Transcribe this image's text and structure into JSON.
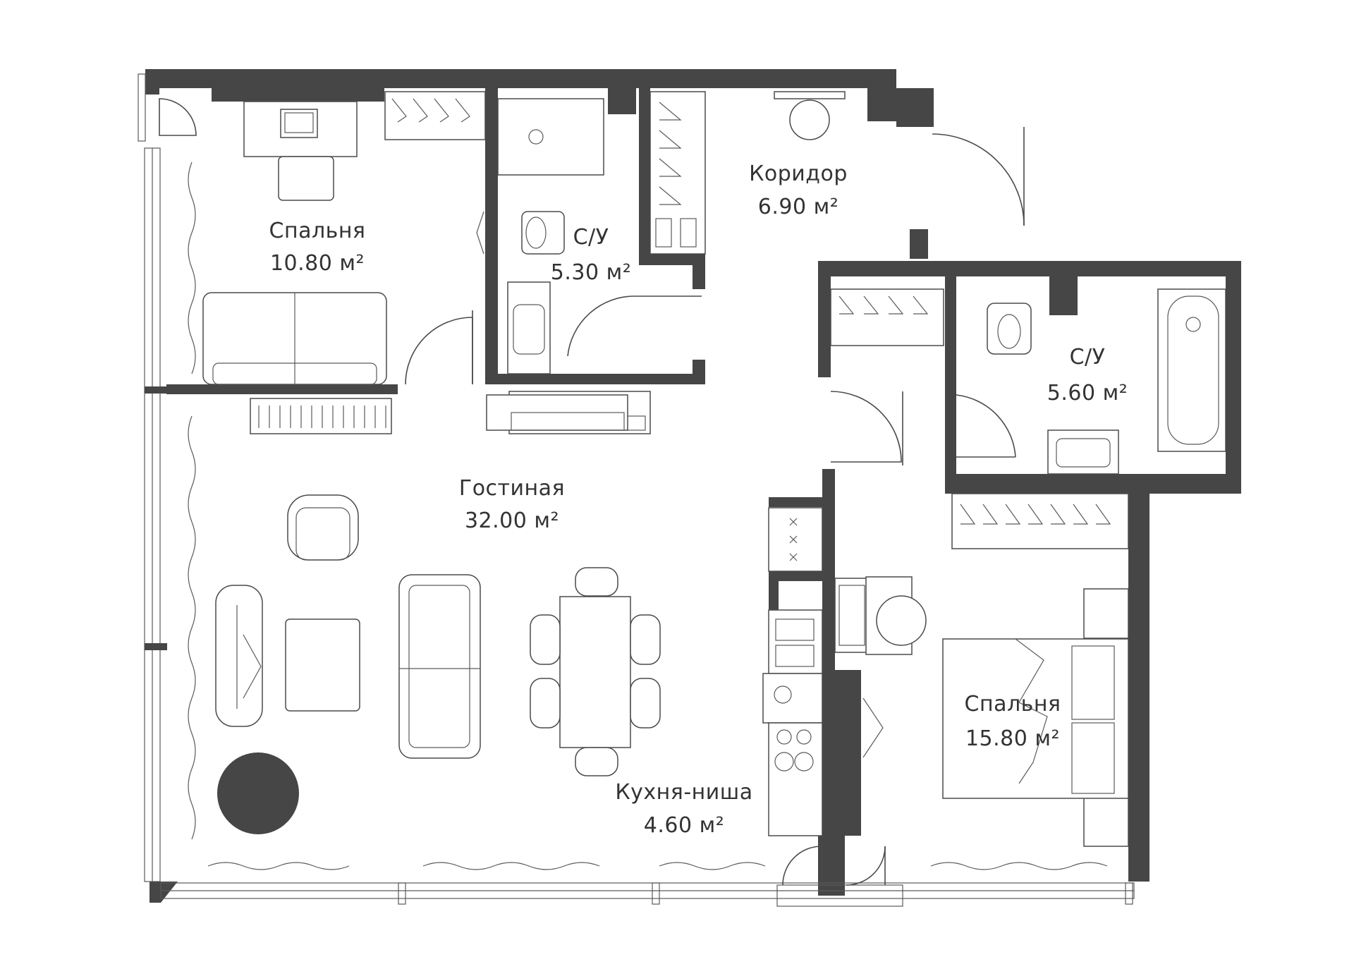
{
  "rooms": [
    {
      "name": "Спальня",
      "area": "10.80 м²"
    },
    {
      "name": "С/У",
      "area": "5.30 м²"
    },
    {
      "name": "Коридор",
      "area": "6.90 м²"
    },
    {
      "name": "С/У",
      "area": "5.60 м²"
    },
    {
      "name": "Гостиная",
      "area": "32.00 м²"
    },
    {
      "name": "Кухня-ниша",
      "area": "4.60 м²"
    },
    {
      "name": "Спальня",
      "area": "15.80 м²"
    }
  ],
  "colors": {
    "wall": "#464646",
    "line": "#4a4a4a",
    "text": "#333333",
    "background": "#ffffff"
  }
}
